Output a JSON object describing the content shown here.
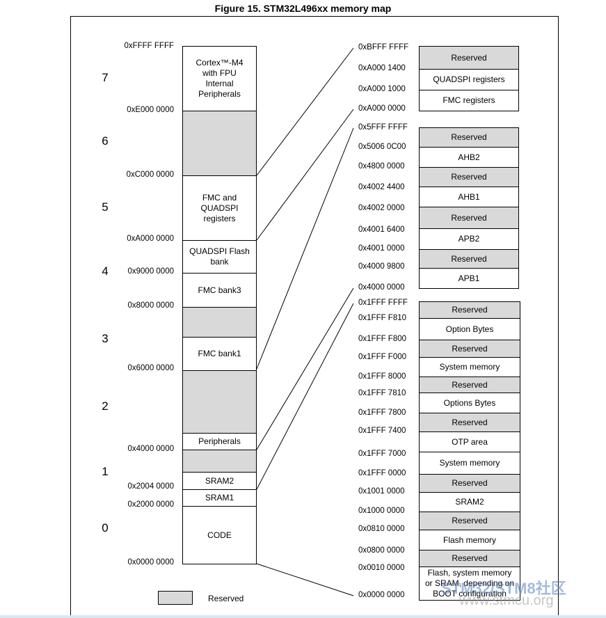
{
  "title": "Figure 15. STM32L496xx memory map",
  "legend": {
    "label": "Reserved"
  },
  "watermark": {
    "brand": "STM32/STM8社区",
    "url": "www.stmcu.org"
  },
  "main_map": {
    "region_numbers": [
      "7",
      "6",
      "5",
      "4",
      "3",
      "2",
      "1",
      "0"
    ],
    "addresses": [
      "0xFFFF FFFF",
      "0xE000 0000",
      "0xC000 0000",
      "0xA000 0000",
      "0x9000 0000",
      "0x8000 0000",
      "0x6000 0000",
      "0x4000 0000",
      "0x2004 0000",
      "0x2000 0000",
      "0x0000 0000"
    ],
    "blocks": [
      {
        "label": "Cortex™-M4\nwith FPU\nInternal\nPeripherals",
        "reserved": false
      },
      {
        "label": "",
        "reserved": true
      },
      {
        "label": "FMC and\nQUADSPI\nregisters",
        "reserved": false
      },
      {
        "label": "QUADSPI Flash\nbank",
        "reserved": false
      },
      {
        "label": "FMC bank3",
        "reserved": false
      },
      {
        "label": "",
        "reserved": true
      },
      {
        "label": "FMC bank1",
        "reserved": false
      },
      {
        "label": "",
        "reserved": true
      },
      {
        "label": "Peripherals",
        "reserved": false
      },
      {
        "label": "",
        "reserved": true
      },
      {
        "label": "SRAM2",
        "reserved": false
      },
      {
        "label": "SRAM1",
        "reserved": false
      },
      {
        "label": "CODE",
        "reserved": false
      }
    ]
  },
  "detail_top": {
    "addresses": [
      "0xBFFF FFFF",
      "0xA000 1400",
      "0xA000 1000",
      "0xA000 0000"
    ],
    "blocks": [
      {
        "label": "Reserved",
        "reserved": true
      },
      {
        "label": "QUADSPI registers",
        "reserved": false
      },
      {
        "label": "FMC registers",
        "reserved": false
      }
    ]
  },
  "detail_mid": {
    "addresses": [
      "0x5FFF FFFF",
      "0x5006 0C00",
      "0x4800 0000",
      "0x4002 4400",
      "0x4002 0000",
      "0x4001 6400",
      "0x4001 0000",
      "0x4000 9800",
      "0x4000 0000"
    ],
    "blocks": [
      {
        "label": "Reserved",
        "reserved": true
      },
      {
        "label": "AHB2",
        "reserved": false
      },
      {
        "label": "Reserved",
        "reserved": true
      },
      {
        "label": "AHB1",
        "reserved": false
      },
      {
        "label": "Reserved",
        "reserved": true
      },
      {
        "label": "APB2",
        "reserved": false
      },
      {
        "label": "Reserved",
        "reserved": true
      },
      {
        "label": "APB1",
        "reserved": false
      }
    ]
  },
  "detail_bottom": {
    "addresses": [
      "0x1FFF FFFF",
      "0x1FFF F810",
      "0x1FFF F800",
      "0x1FFF F000",
      "0x1FFF 8000",
      "0x1FFF 7810",
      "0x1FFF 7800",
      "0x1FFF 7400",
      "0x1FFF 7000",
      "0x1FFF 0000",
      "0x1001 0000",
      "0x1000 0000",
      "0x0810 0000",
      "0x0800 0000",
      "0x0010 0000",
      "0x0000 0000"
    ],
    "blocks": [
      {
        "label": "Reserved",
        "reserved": true
      },
      {
        "label": "Option Bytes",
        "reserved": false
      },
      {
        "label": "Reserved",
        "reserved": true
      },
      {
        "label": "System memory",
        "reserved": false
      },
      {
        "label": "Reserved",
        "reserved": true
      },
      {
        "label": "Options Bytes",
        "reserved": false
      },
      {
        "label": "Reserved",
        "reserved": true
      },
      {
        "label": "OTP area",
        "reserved": false
      },
      {
        "label": "System memory",
        "reserved": false
      },
      {
        "label": "Reserved",
        "reserved": true
      },
      {
        "label": "SRAM2",
        "reserved": false
      },
      {
        "label": "Reserved",
        "reserved": true
      },
      {
        "label": "Flash memory",
        "reserved": false
      },
      {
        "label": "Reserved",
        "reserved": true
      },
      {
        "label": "Flash, system memory\nor SRAM, depending on\nBOOT configuration",
        "reserved": false
      }
    ]
  }
}
